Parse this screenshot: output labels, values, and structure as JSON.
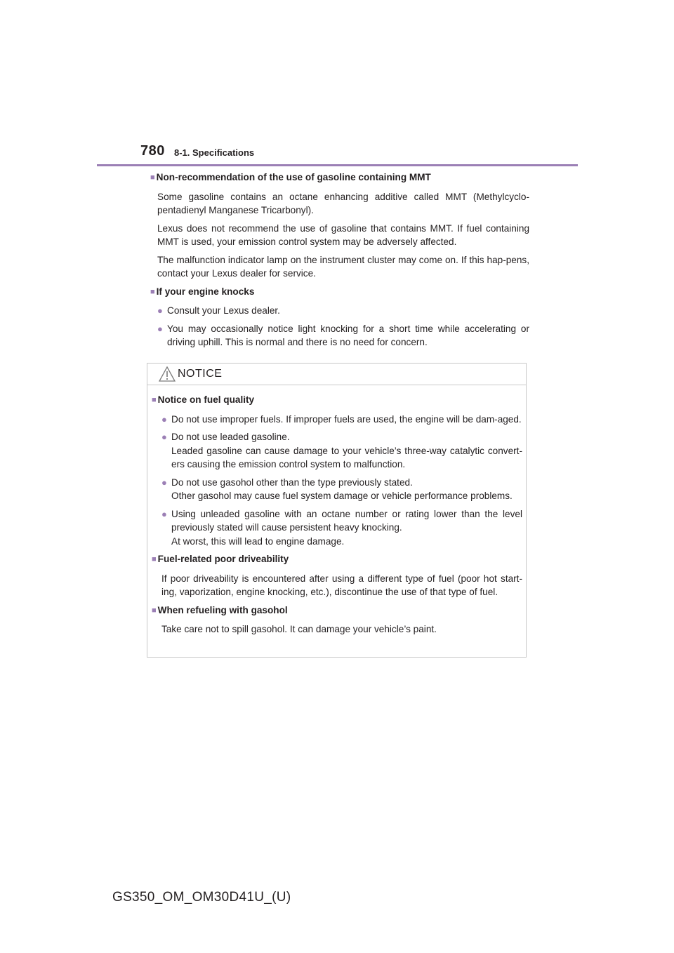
{
  "header": {
    "page_number": "780",
    "section": "8-1. Specifications"
  },
  "sections": [
    {
      "heading": "Non-recommendation of the use of gasoline containing MMT",
      "paragraphs": [
        "Some gasoline contains an octane enhancing additive called MMT (Methylcyclo-pentadienyl Manganese Tricarbonyl).",
        "Lexus does not recommend the use of gasoline that contains MMT. If fuel containing MMT is used, your emission control system may be adversely affected.",
        "The malfunction indicator lamp on the instrument cluster may come on. If this hap-pens, contact your Lexus dealer for service."
      ]
    },
    {
      "heading": "If your engine knocks",
      "bullets": [
        "Consult your Lexus dealer.",
        "You may occasionally notice light knocking for a short time while accelerating or driving uphill. This is normal and there is no need for concern."
      ]
    }
  ],
  "notice": {
    "title": "NOTICE",
    "fuel_quality": {
      "heading": "Notice on fuel quality",
      "b1": "Do not use improper fuels. If improper fuels are used, the engine will be dam-aged.",
      "b2_line1": "Do not use leaded gasoline.",
      "b2_line2": "Leaded gasoline can cause damage to your vehicle’s three-way catalytic convert-ers causing the emission control system to malfunction.",
      "b3_line1": "Do not use gasohol other than the type previously stated.",
      "b3_line2": "Other gasohol may cause fuel system damage or vehicle performance problems.",
      "b4_line1": "Using unleaded gasoline with an octane number or rating lower than the level previously stated will cause persistent heavy knocking.",
      "b4_line2": "At worst, this will lead to engine damage."
    },
    "driveability": {
      "heading": "Fuel-related poor driveability",
      "text": "If poor driveability is encountered after using a different type of fuel (poor hot start-ing, vaporization, engine knocking, etc.), discontinue the use of that type of fuel."
    },
    "gasohol": {
      "heading": "When refueling with gasohol",
      "text": "Take care not to spill gasohol. It can damage your vehicle’s paint."
    }
  },
  "footer": {
    "code": "GS350_OM_OM30D41U_(U)"
  }
}
